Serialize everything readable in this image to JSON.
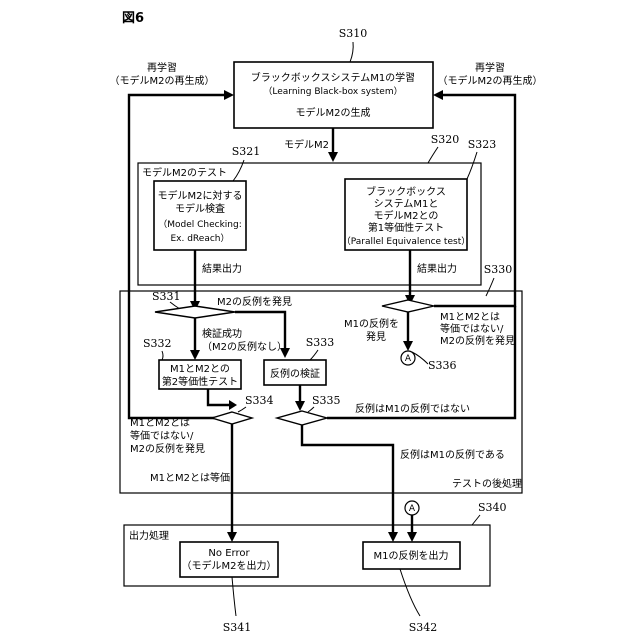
{
  "figure_label": "図6",
  "s310": {
    "ref": "S310",
    "title": "ブラックボックスシステムM1の学習",
    "title_en": "（Learning Black-box system）",
    "output": "モデルM2の生成"
  },
  "retrain_left": {
    "line1": "再学習",
    "line2": "（モデルM2の再生成）"
  },
  "retrain_right": {
    "line1": "再学習",
    "line2": "（モデルM2の再生成）"
  },
  "arrow_m2_label": "モデルM2",
  "s320": {
    "ref": "S320",
    "label": "モデルM2のテスト",
    "s321": {
      "ref": "S321",
      "lines": [
        "モデルM2に対する",
        "モデル検査",
        "（Model Checking:",
        "Ex. dReach）"
      ]
    },
    "s323": {
      "ref": "S323",
      "lines": [
        "ブラックボックス",
        "システムM1と",
        "モデルM2との",
        "第1等価性テスト",
        "（Parallel Equivalence test）"
      ]
    },
    "result_left": "結果出力",
    "result_right": "結果出力"
  },
  "s330": {
    "ref": "S330",
    "label": "テストの後処理",
    "s331": "S331",
    "found_m2_cex": "M2の反例を発見",
    "verify_ok": {
      "line1": "検証成功",
      "line2": "（M2の反例なし）"
    },
    "s332": {
      "ref": "S332",
      "lines": [
        "M1とM2との",
        "第2等価性テスト"
      ]
    },
    "s333": {
      "ref": "S333",
      "label": "反例の検証"
    },
    "s334": "S334",
    "s335": "S335",
    "not_m1_cex": "反例はM1の反例ではない",
    "is_m1_cex": "反例はM1の反例である",
    "neq_left": [
      "M1とM2とは",
      "等価ではない/",
      "M2の反例を発見"
    ],
    "equiv": "M1とM2とは等価",
    "m1_cex_found": [
      "M1の反例を",
      "発見"
    ],
    "neq_right": [
      "M1とM2とは",
      "等価ではない/",
      "M2の反例を発見"
    ],
    "s336": "S336",
    "connector": "A"
  },
  "s340": {
    "ref": "S340",
    "label": "出力処理",
    "s341": {
      "ref": "S341",
      "line1": "No Error",
      "line2": "（モデルM2を出力）"
    },
    "s342": {
      "ref": "S342",
      "label": "M1の反例を出力"
    },
    "connector": "A"
  }
}
